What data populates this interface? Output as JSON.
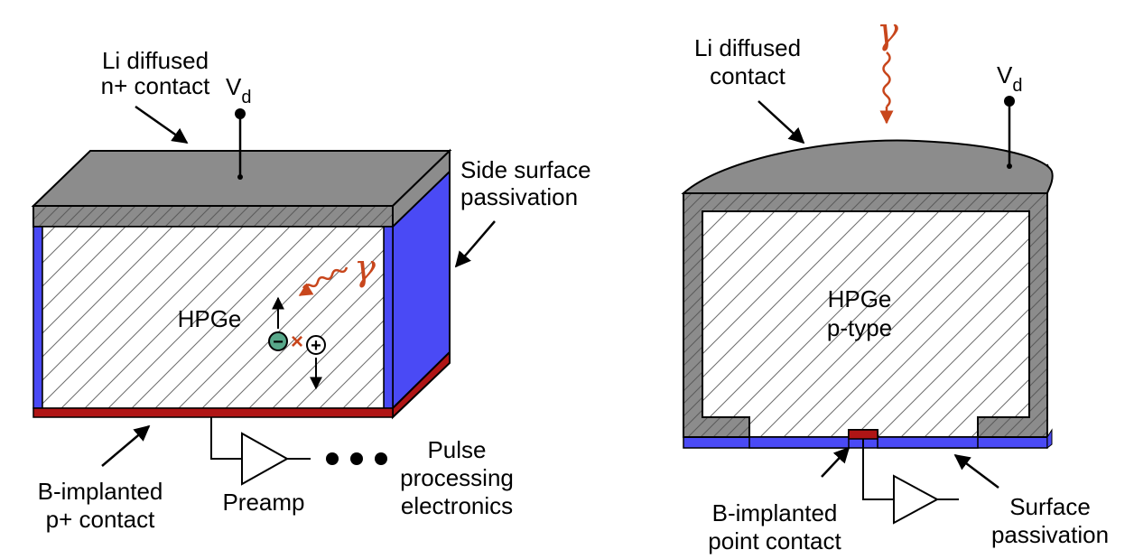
{
  "left_diagram": {
    "contact_top_label": [
      "Li diffused",
      "n+ contact"
    ],
    "voltage_label": "V",
    "voltage_subscript": "d",
    "side_passivation_label": [
      "Side surface",
      "passivation"
    ],
    "crystal_label": "HPGe",
    "gamma_symbol": "γ",
    "electron_symbol": "−",
    "hole_symbol": "+",
    "interaction_mark": "×",
    "bottom_contact_label": [
      "B-implanted",
      "p+ contact"
    ],
    "preamp_label": "Preamp",
    "electronics_label": [
      "Pulse",
      "processing",
      "electronics"
    ]
  },
  "right_diagram": {
    "contact_label": [
      "Li diffused",
      "contact"
    ],
    "gamma_symbol": "γ",
    "voltage_label": "V",
    "voltage_subscript": "d",
    "crystal_label": [
      "HPGe",
      "p-type"
    ],
    "point_contact_label": [
      "B-implanted",
      "point contact"
    ],
    "surface_passivation_label": [
      "Surface",
      "passivation"
    ]
  },
  "colors": {
    "contact_gray": "#8c8c8c",
    "passivation_blue": "#4a4af5",
    "p_contact_red": "#b01515",
    "gamma_orange": "#c8461c",
    "electron_green": "#58a88a"
  }
}
